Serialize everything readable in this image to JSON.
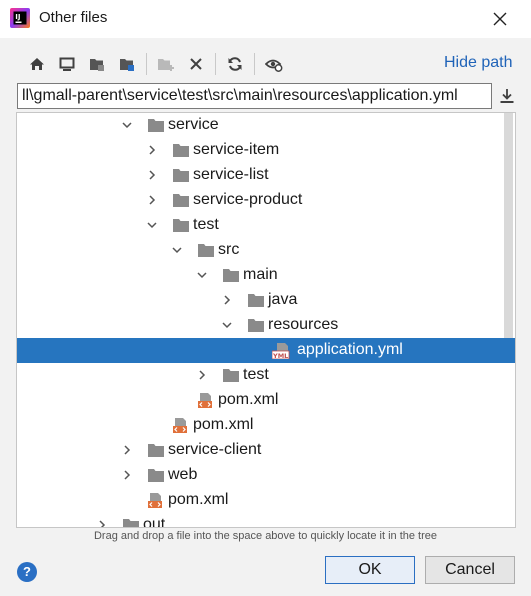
{
  "window": {
    "title": "Other files"
  },
  "toolbar": {
    "icons": [
      "home-icon",
      "desktop-icon",
      "project-folder-icon",
      "module-folder-icon",
      "new-folder-icon",
      "delete-icon",
      "refresh-icon",
      "show-hidden-icon"
    ],
    "hide_path_label": "Hide path"
  },
  "path": {
    "value": "ll\\gmall-parent\\service\\test\\src\\main\\resources\\application.yml"
  },
  "tree": {
    "items": [
      {
        "label": "service",
        "level": 5,
        "arrow": "expanded",
        "icon": "folder"
      },
      {
        "label": "service-item",
        "level": 6,
        "arrow": "collapsed",
        "icon": "folder"
      },
      {
        "label": "service-list",
        "level": 6,
        "arrow": "collapsed",
        "icon": "folder"
      },
      {
        "label": "service-product",
        "level": 6,
        "arrow": "collapsed",
        "icon": "folder"
      },
      {
        "label": "test",
        "level": 6,
        "arrow": "expanded",
        "icon": "folder"
      },
      {
        "label": "src",
        "level": 7,
        "arrow": "expanded",
        "icon": "folder"
      },
      {
        "label": "main",
        "level": 8,
        "arrow": "expanded",
        "icon": "folder"
      },
      {
        "label": "java",
        "level": 9,
        "arrow": "collapsed",
        "icon": "folder"
      },
      {
        "label": "resources",
        "level": 9,
        "arrow": "expanded",
        "icon": "folder"
      },
      {
        "label": "application.yml",
        "level": 10,
        "arrow": "none",
        "icon": "yml",
        "selected": true
      },
      {
        "label": "test",
        "level": 8,
        "arrow": "collapsed",
        "icon": "folder"
      },
      {
        "label": "pom.xml",
        "level": 7,
        "arrow": "none",
        "icon": "xml"
      },
      {
        "label": "pom.xml",
        "level": 6,
        "arrow": "none",
        "icon": "xml"
      },
      {
        "label": "service-client",
        "level": 5,
        "arrow": "collapsed",
        "icon": "folder"
      },
      {
        "label": "web",
        "level": 5,
        "arrow": "collapsed",
        "icon": "folder"
      },
      {
        "label": "pom.xml",
        "level": 5,
        "arrow": "none",
        "icon": "xml"
      },
      {
        "label": "out",
        "level": 4,
        "arrow": "collapsed",
        "icon": "folder"
      }
    ]
  },
  "hint": "Drag and drop a file into the space above to quickly locate it in the tree",
  "buttons": {
    "help": "?",
    "ok": "OK",
    "cancel": "Cancel"
  },
  "colors": {
    "selection": "#2675bf",
    "link": "#1f63b8",
    "folder": "#8a8a8a",
    "xml_badge": "#e0703a",
    "yml_badge": "#c05050"
  }
}
